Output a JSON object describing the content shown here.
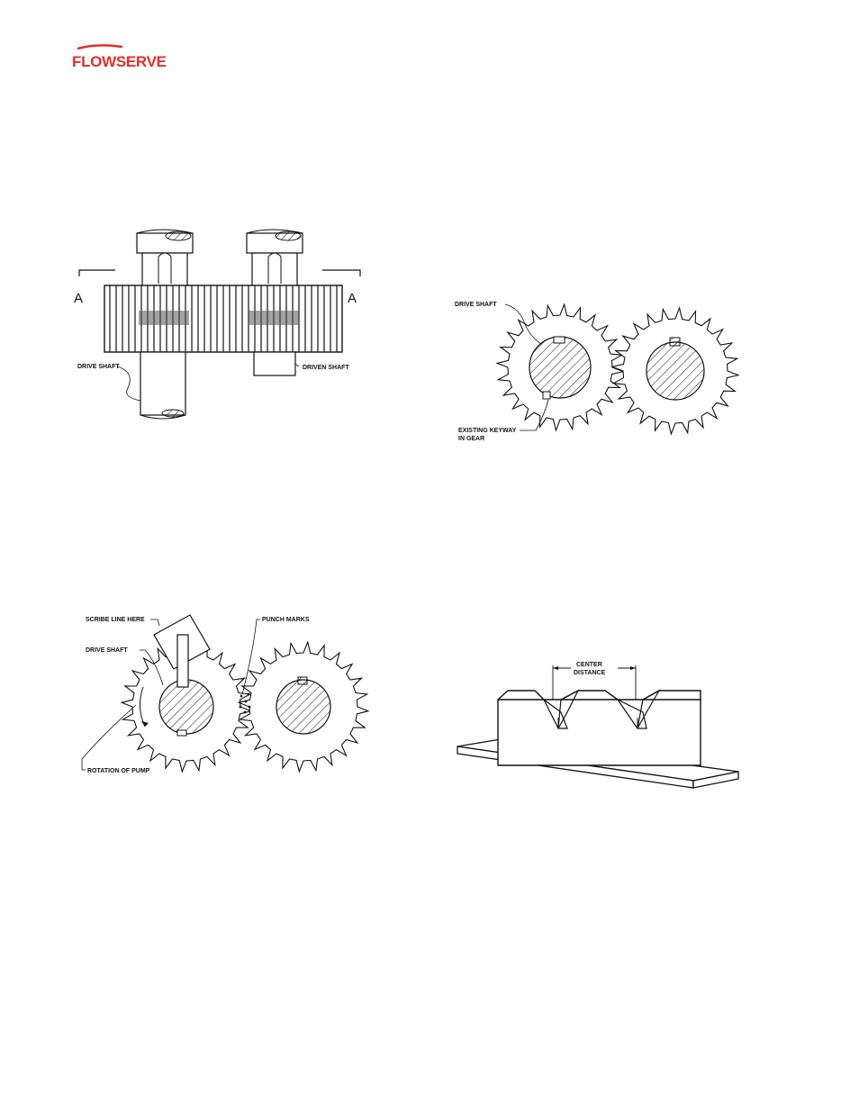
{
  "brand": {
    "name": "FLOWSERVE",
    "color": "#e0312a"
  },
  "figure1": {
    "section_mark_left": "A",
    "section_mark_right": "A",
    "drive_shaft_label": "DRIVE SHAFT",
    "driven_shaft_label": "DRIVEN SHAFT"
  },
  "figure2": {
    "drive_shaft_label": "DRIVE SHAFT",
    "keyway_label_line1": "EXISTING KEYWAY",
    "keyway_label_line2": "IN GEAR"
  },
  "figure3": {
    "scribe_label": "SCRIBE LINE HERE",
    "punch_label": "PUNCH MARKS",
    "drive_shaft_label": "DRIVE SHAFT",
    "rotation_label": "ROTATION OF PUMP"
  },
  "figure4": {
    "center_label_line1": "CENTER",
    "center_label_line2": "DISTANCE"
  }
}
